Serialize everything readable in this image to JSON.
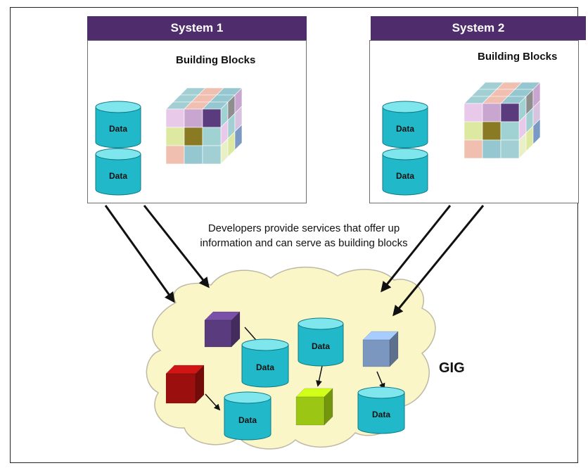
{
  "system1": {
    "title": "System 1",
    "label": "Building Blocks"
  },
  "system2": {
    "title": "System 2",
    "label": "Building Blocks"
  },
  "data_label": "Data",
  "caption": "Developers provide services that offer up information and can serve as building blocks",
  "cloud_label": "GIG",
  "colors": {
    "header": "#4f2c6b",
    "cylinder_side": "#21b9c9",
    "cylinder_top": "#7fe6ee",
    "cloud_fill": "#fbf6c7",
    "cloud_stroke": "#bdb9a6"
  }
}
